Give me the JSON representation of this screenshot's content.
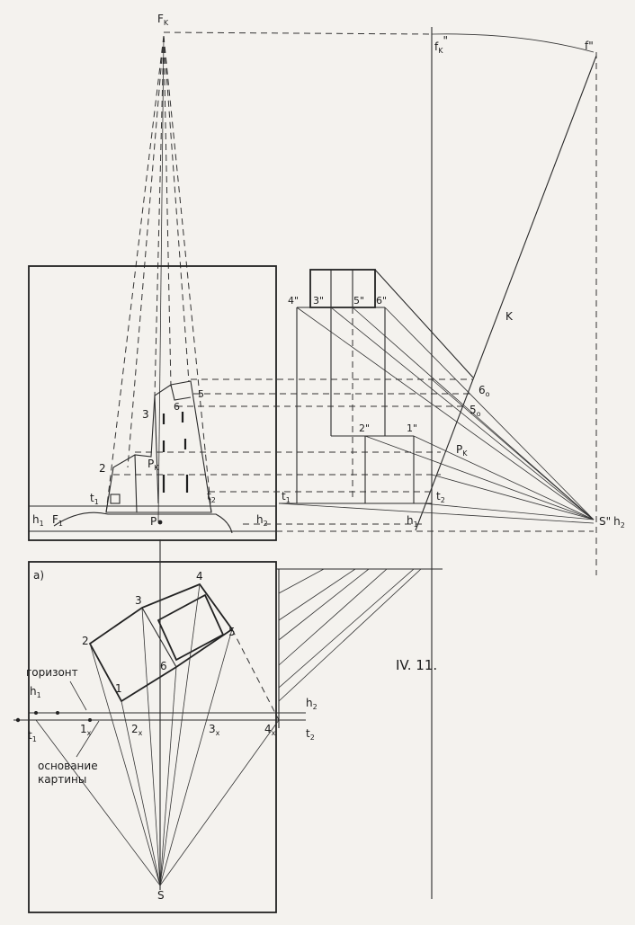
{
  "figure_label": "IV. 11.",
  "panel_label": "а)",
  "terms": {
    "horizon": "горизонт",
    "picture_base_line1": "основание",
    "picture_base_line2": "картины",
    "line_k": "K"
  },
  "top_points": {
    "fk": "F",
    "fk_sub": "K",
    "fk2": "f",
    "fk2_sub": "K",
    "fk2_mark": "\"",
    "f2": "f\"",
    "pt4": "4\"",
    "pt3": "3\"",
    "pt5": "5\"",
    "pt6": "6\"",
    "pt2": "2\"",
    "pt1": "1\"",
    "six_o": "6",
    "six_o_sub": "o",
    "five_o": "5",
    "five_o_sub": "o",
    "pk": "P",
    "pk_sub": "K",
    "t1r": "t",
    "t1r_sub": "1",
    "t2r": "t",
    "t2r_sub": "2",
    "h1r": "h",
    "h1r_sub": "1",
    "s2": "S\"",
    "h2r": "h",
    "h2r_sub": "2"
  },
  "perspective": {
    "n3": "3",
    "n6": "6",
    "n5": "5",
    "n2": "2",
    "px": "P",
    "px_sub": "K",
    "t1": "t",
    "t1_sub": "1",
    "t2": "t",
    "t2_sub": "2",
    "h1": "h",
    "h1_sub": "1",
    "f1": "F",
    "f1_sub": "1",
    "p": "P",
    "h2": "h",
    "h2_sub": "2"
  },
  "plan": {
    "n4": "4",
    "n3": "3",
    "n2": "2",
    "n5": "5",
    "n6": "6",
    "n1": "1",
    "h1": "h",
    "h1_sub": "1",
    "t1": "t",
    "t1_sub": "1",
    "x1": "1",
    "x1_sub": "x",
    "x2": "2",
    "x2_sub": "x",
    "x3": "3",
    "x3_sub": "x",
    "x4": "4",
    "x4_sub": "x",
    "h2": "h",
    "h2_sub": "2",
    "t2": "t",
    "t2_sub": "2",
    "s": "S"
  }
}
